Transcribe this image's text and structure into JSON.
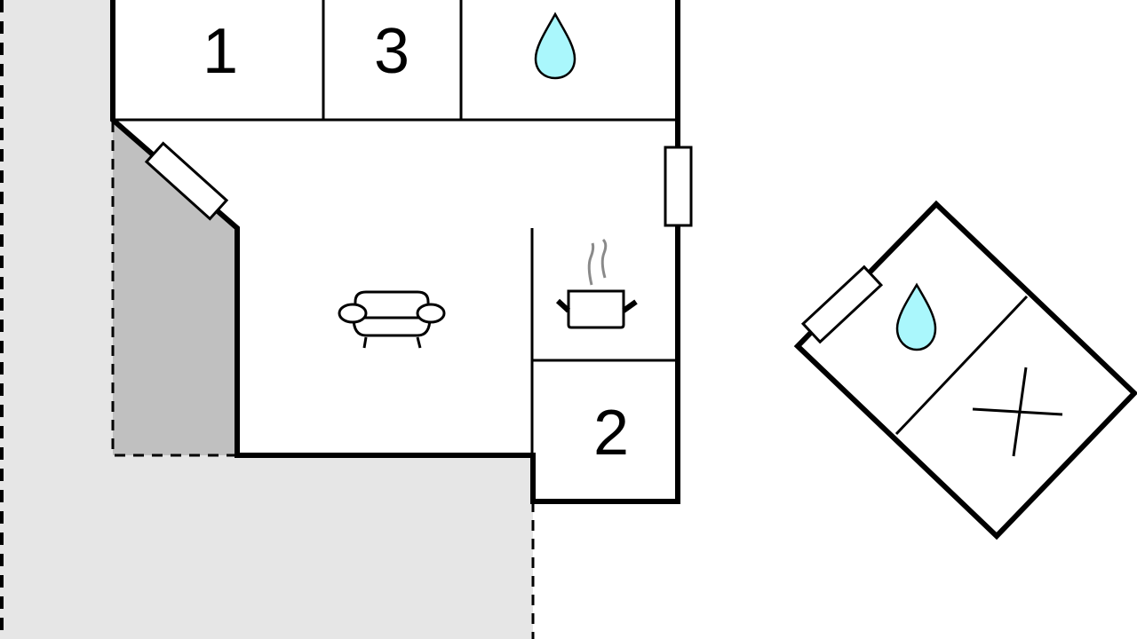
{
  "plan": {
    "rooms": {
      "bedroom_1": "1",
      "bedroom_3": "3",
      "bedroom_2": "2"
    },
    "icons": [
      "water-drop-icon",
      "sofa-icon",
      "cooking-pot-icon",
      "water-drop-icon",
      "cross-icon"
    ]
  },
  "colors": {
    "outdoor_area": "#e6e6e6",
    "terrace": "#c0c0c0",
    "water": "#aaf7fc",
    "wall": "#000000",
    "steam": "#8a8a8a"
  }
}
